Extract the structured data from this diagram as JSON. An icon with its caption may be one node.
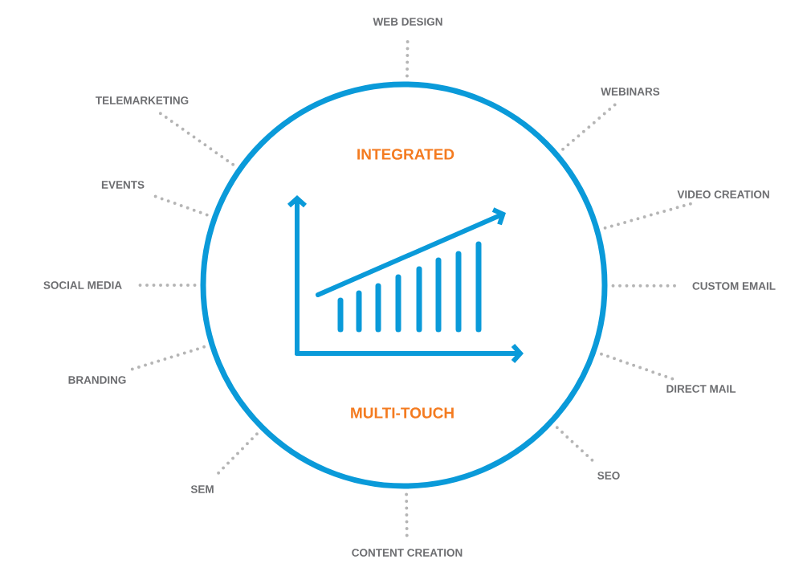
{
  "diagram": {
    "nodes": [
      {
        "text": [
          "INTEGRATED",
          "MULTI-TOUCH"
        ]
      },
      {
        "text": [
          "WEB DESIGN"
        ]
      },
      {
        "text": [
          "WEBINARS"
        ]
      },
      {
        "text": [
          "VIDEO CREATION"
        ]
      },
      {
        "text": [
          "CUSTOM EMAIL"
        ]
      },
      {
        "text": [
          "DIRECT MAIL"
        ]
      },
      {
        "text": [
          "SEO"
        ]
      },
      {
        "text": [
          "CONTENT CREATION"
        ]
      },
      {
        "text": [
          "SEM"
        ]
      },
      {
        "text": [
          "BRANDING"
        ]
      },
      {
        "text": [
          "SOCIAL MEDIA"
        ]
      },
      {
        "text": [
          "EVENTS"
        ]
      },
      {
        "text": [
          "TELEMARKETING"
        ]
      }
    ],
    "edges": [
      {
        "from": 0,
        "to": 1,
        "arrow": "none",
        "style": "dashed"
      },
      {
        "from": 0,
        "to": 2,
        "arrow": "none",
        "style": "dashed"
      },
      {
        "from": 0,
        "to": 3,
        "arrow": "none",
        "style": "dashed"
      },
      {
        "from": 0,
        "to": 4,
        "arrow": "none",
        "style": "dashed"
      },
      {
        "from": 0,
        "to": 5,
        "arrow": "none",
        "style": "dashed"
      },
      {
        "from": 0,
        "to": 6,
        "arrow": "none",
        "style": "dashed"
      },
      {
        "from": 0,
        "to": 7,
        "arrow": "none",
        "style": "dashed"
      },
      {
        "from": 0,
        "to": 8,
        "arrow": "none",
        "style": "dashed"
      },
      {
        "from": 0,
        "to": 9,
        "arrow": "none",
        "style": "dashed"
      },
      {
        "from": 0,
        "to": 10,
        "arrow": "none",
        "style": "dashed"
      },
      {
        "from": 0,
        "to": 11,
        "arrow": "none",
        "style": "dashed"
      },
      {
        "from": 0,
        "to": 12,
        "arrow": "none",
        "style": "dashed"
      }
    ]
  }
}
